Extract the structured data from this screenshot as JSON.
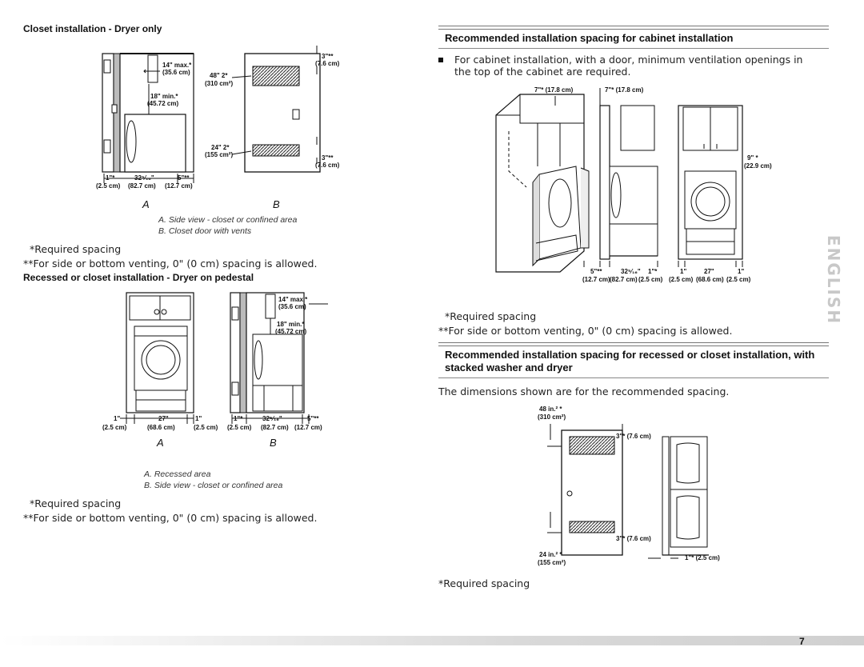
{
  "left": {
    "heading1": "Closet installation - Dryer only",
    "fig1": {
      "dims": {
        "d1": "14\" max.*",
        "d1cm": "(35.6 cm)",
        "d2": "18\" min.*",
        "d2cm": "(45.72 cm)",
        "b1": "1\"*",
        "b2": "32⁵⁄₁₆\"",
        "b3": "5\"**",
        "b1cm": "(2.5 cm)",
        "b2cm": "(82.7 cm)",
        "b3cm": "(12.7 cm)",
        "v1": "48\" 2*",
        "v1cm": "(310 cm²)",
        "v2": "24\" 2*",
        "v2cm": "(155 cm²)",
        "t1": "3\"**",
        "t1cm": "(7.6 cm)",
        "t2": "3\"**",
        "t2cm": "(7.6 cm)"
      },
      "label_a": "A",
      "label_b": "B",
      "caption_a": "A. Side view - closet or confined area",
      "caption_b": "B. Closet door with vents"
    },
    "note1a": "*Required spacing",
    "note1b": "**For side or bottom venting, 0\" (0 cm) spacing is allowed.",
    "heading2": "Recessed or closet installation - Dryer on pedestal",
    "fig2": {
      "dims": {
        "a1": "1\"",
        "a2": "27\"",
        "a3": "1\"",
        "a1cm": "(2.5 cm)",
        "a2cm": "(68.6 cm)",
        "a3cm": "(2.5 cm)",
        "b1": "1\"*",
        "b2": "32⁵⁄₁₆\"",
        "b3": "5\"**",
        "b1cm": "(2.5 cm)",
        "b2cm": "(82.7 cm)",
        "b3cm": "(12.7 cm)",
        "d1": "14\" max.*",
        "d1cm": "(35.6 cm)",
        "d2": "18\" min.*",
        "d2cm": "(45.72 cm)"
      },
      "label_a": "A",
      "label_b": "B",
      "caption_a": "A. Recessed area",
      "caption_b": "B. Side view - closet or confined area"
    },
    "note2a": "*Required spacing",
    "note2b": "**For side or bottom venting, 0\" (0 cm) spacing is allowed."
  },
  "right": {
    "heading1": "Recommended installation spacing for cabinet installation",
    "bullet1": "For cabinet installation, with a door, minimum ventilation openings in the top of the cabinet are required.",
    "fig3": {
      "dims": {
        "top1": "7\"* (17.8 cm)",
        "top2": "7\"* (17.8 cm)",
        "side": "9\" *",
        "sidecm": "(22.9 cm)",
        "b1": "5\"**",
        "b2": "32⁵⁄₁₆\"",
        "b3": "1\"*",
        "b1cm": "(12.7 cm)",
        "b2cm": "(82.7 cm)",
        "b3cm": "(2.5 cm)",
        "c1": "1\"",
        "c2": "27\"",
        "c3": "1\"",
        "c1cm": "(2.5 cm)",
        "c2cm": "(68.6 cm)",
        "c3cm": "(2.5 cm)"
      }
    },
    "note1a": "*Required spacing",
    "note1b": "**For side or bottom venting, 0\" (0 cm) spacing is allowed.",
    "heading2": "Recommended installation spacing for recessed or closet installation, with stacked washer and dryer",
    "intro2": "The dimensions shown are for the recommended spacing.",
    "fig4": {
      "dims": {
        "v1": "48 in.² *",
        "v1cm": "(310 cm²)",
        "t1": "3\"* (7.6 cm)",
        "t2": "3\"* (7.6 cm)",
        "v2": "24 in.² *",
        "v2cm": "(155 cm²)",
        "side": "1\"* (2.5 cm)"
      }
    },
    "note2a": "*Required spacing"
  },
  "tab_label": "ENGLISH",
  "page_number": "7"
}
